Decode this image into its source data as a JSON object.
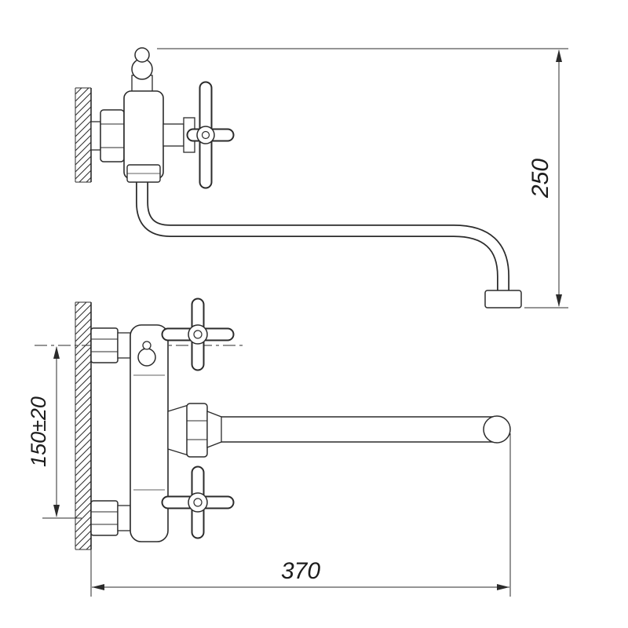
{
  "drawing": {
    "background": "#ffffff",
    "line_color": "#2b2b2b",
    "dimensions": {
      "spout_height": "250",
      "inlet_spacing": "150±20",
      "spout_reach": "370"
    }
  }
}
